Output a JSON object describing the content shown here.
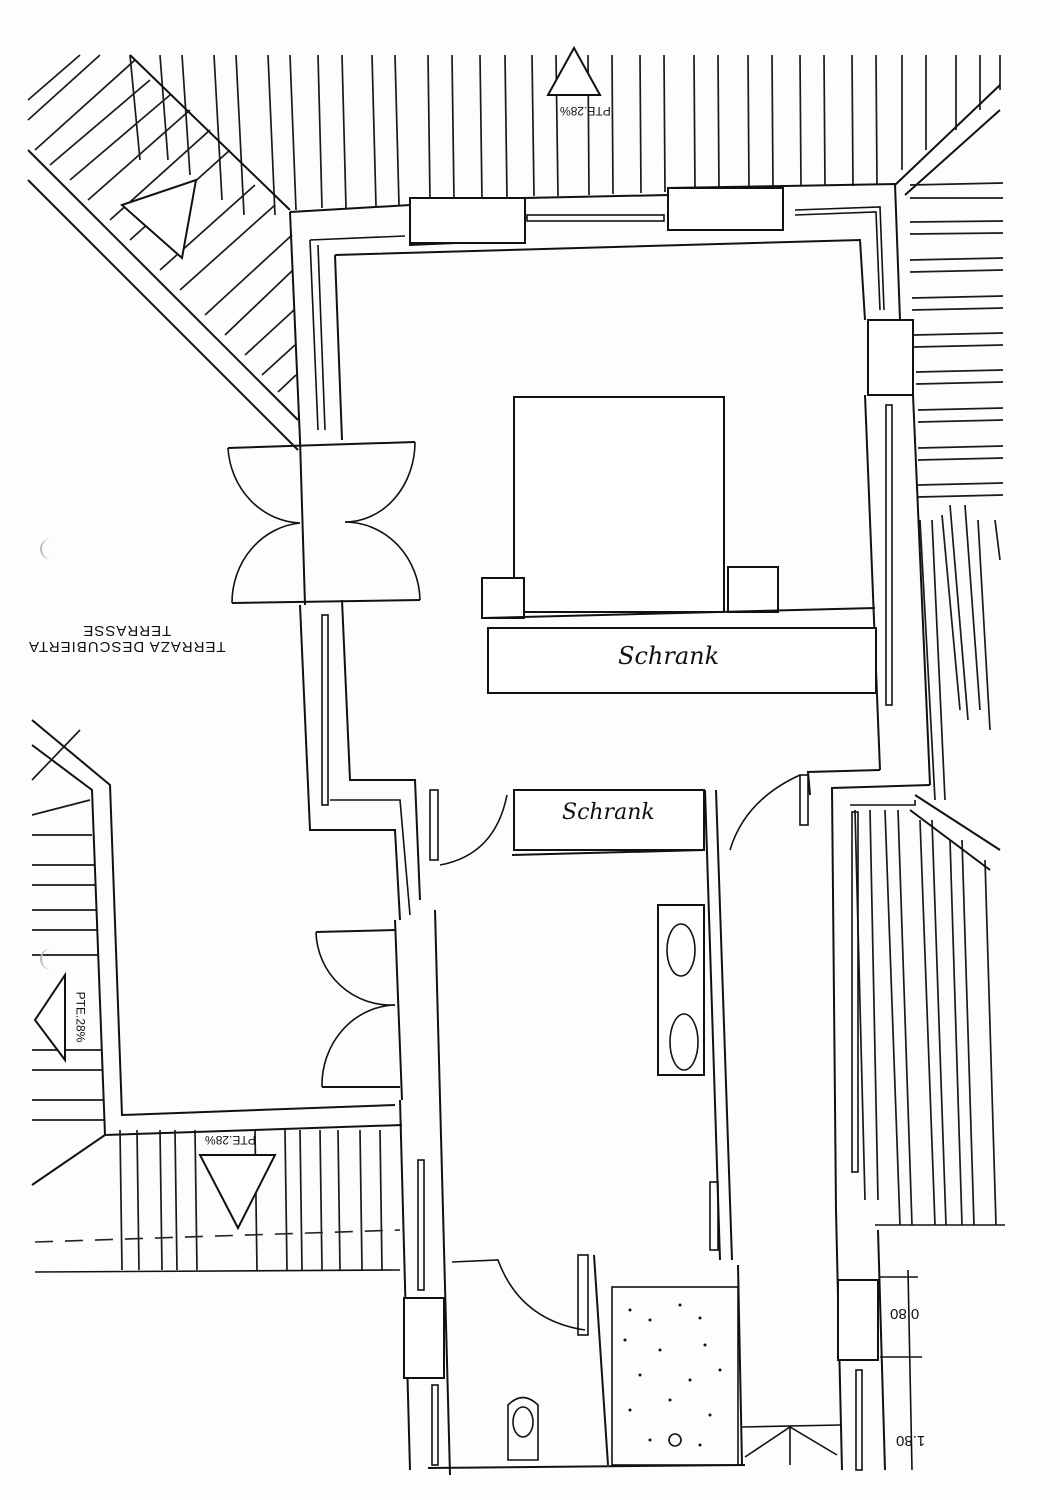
{
  "document": {
    "type": "architectural floor plan (scanned, upside down)",
    "orientation_deg": 180
  },
  "labels": {
    "terrace_line1": "TERRAZA DESCUBIERTA",
    "terrace_line2": "TERRASSE",
    "slope_top": "PTE.28%",
    "slope_left": "PTE.28%",
    "slope_bottom": "PTE.28%",
    "wardrobe_bedroom": "Schrank",
    "wardrobe_hall": "Schrank",
    "dimension_1": "0.80",
    "dimension_2": "1.80"
  },
  "rooms": [
    {
      "name": "bedroom",
      "furniture": [
        "bed",
        "nightstand-left",
        "nightstand-right",
        "wardrobe"
      ]
    },
    {
      "name": "hallway-dressing",
      "furniture": [
        "wardrobe",
        "double-sink-vanity"
      ]
    },
    {
      "name": "bathroom",
      "furniture": [
        "toilet",
        "shower-tray"
      ]
    },
    {
      "name": "terrace",
      "furniture": []
    }
  ],
  "colors": {
    "ink": "#111111",
    "paper": "#fdfdfd"
  }
}
